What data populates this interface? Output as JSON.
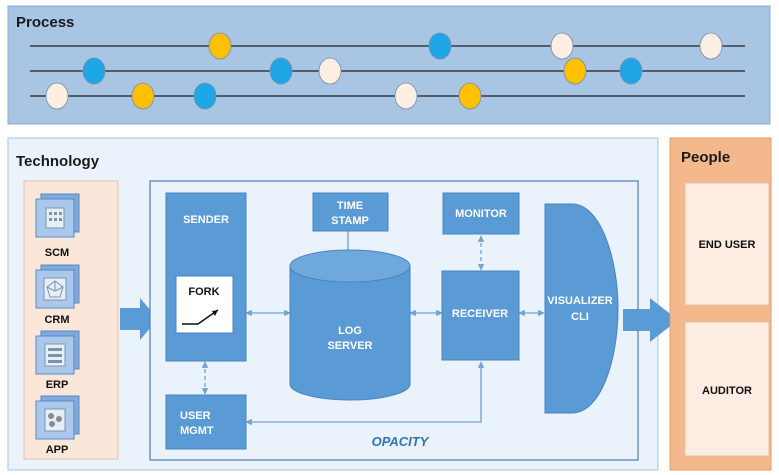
{
  "process": {
    "title": "Process",
    "dots": [
      {
        "line": 1,
        "kind": "yellow"
      },
      {
        "line": 1,
        "kind": "blue"
      },
      {
        "line": 1,
        "kind": "white"
      },
      {
        "line": 1,
        "kind": "white"
      },
      {
        "line": 2,
        "kind": "blue"
      },
      {
        "line": 2,
        "kind": "blue"
      },
      {
        "line": 2,
        "kind": "white"
      },
      {
        "line": 2,
        "kind": "yellow"
      },
      {
        "line": 2,
        "kind": "blue"
      },
      {
        "line": 3,
        "kind": "white"
      },
      {
        "line": 3,
        "kind": "yellow"
      },
      {
        "line": 3,
        "kind": "blue"
      },
      {
        "line": 3,
        "kind": "white"
      },
      {
        "line": 3,
        "kind": "yellow"
      }
    ]
  },
  "technology": {
    "title": "Technology",
    "apps": [
      {
        "label": "SCM",
        "icon": "building-icon"
      },
      {
        "label": "CRM",
        "icon": "network-icon"
      },
      {
        "label": "ERP",
        "icon": "list-icon"
      },
      {
        "label": "APP",
        "icon": "people-icon"
      }
    ]
  },
  "opacity": {
    "title": "OPACITY",
    "sender": "SENDER",
    "fork": "FORK",
    "timestamp_line1": "TIME",
    "timestamp_line2": "STAMP",
    "log_line1": "LOG",
    "log_line2": "SERVER",
    "monitor": "MONITOR",
    "receiver": "RECEIVER",
    "user_line1": "USER",
    "user_line2": "MGMT",
    "vis_line1": "VISUALIZER",
    "vis_line2": "CLI"
  },
  "people": {
    "title": "People",
    "roles": [
      "END USER",
      "AUDITOR"
    ]
  },
  "colors": {
    "process_bg": "#a8c5e4",
    "tech_bg": "#eaf2fb",
    "apps_bg": "#fbe7da",
    "people_bg": "#f4b88c",
    "box_blue": "#5b9bd5",
    "dot_blue": "#1ea6e6",
    "dot_yellow": "#ffc000",
    "dot_white": "#fdeee4"
  }
}
